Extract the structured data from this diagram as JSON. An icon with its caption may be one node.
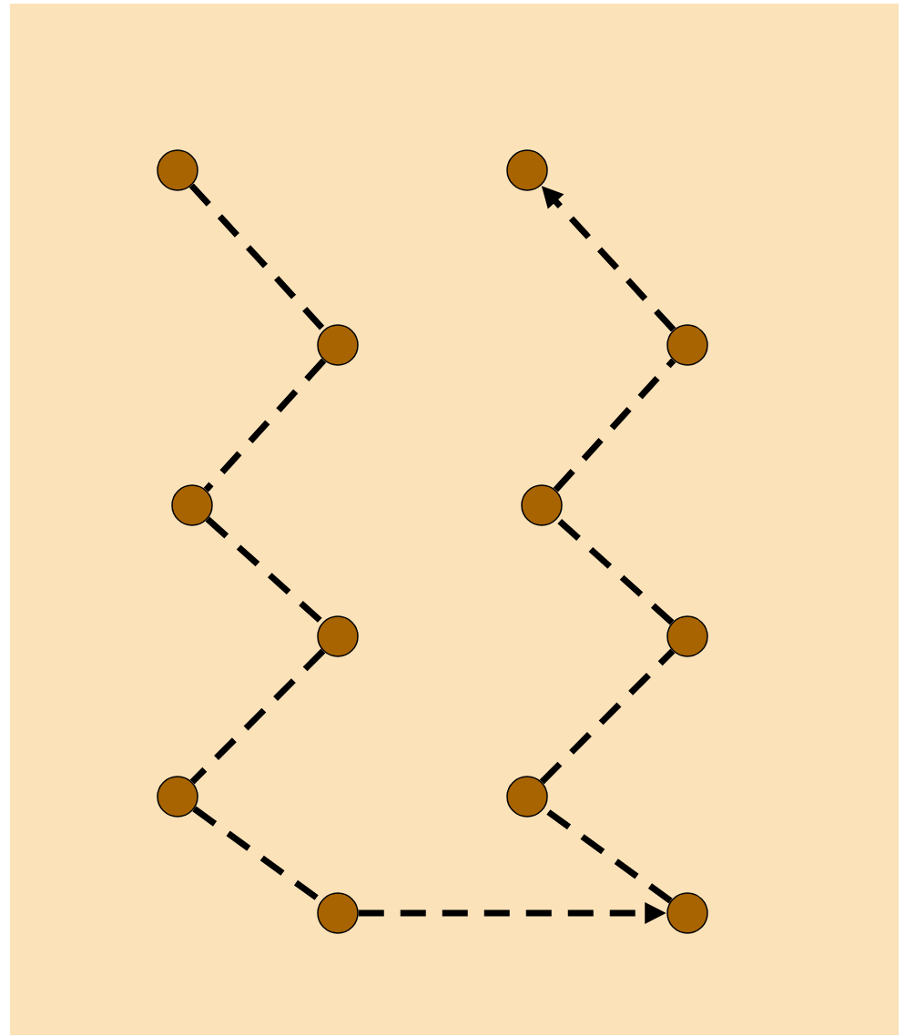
{
  "diagram": {
    "nodes": [
      {
        "text": [],
        "shape": "circle"
      },
      {
        "text": [],
        "shape": "circle"
      },
      {
        "text": [],
        "shape": "circle"
      },
      {
        "text": [],
        "shape": "circle"
      },
      {
        "text": [],
        "shape": "circle"
      },
      {
        "text": [],
        "shape": "circle"
      },
      {
        "text": [],
        "shape": "circle"
      },
      {
        "text": [],
        "shape": "circle"
      },
      {
        "text": [],
        "shape": "circle"
      },
      {
        "text": [],
        "shape": "circle"
      },
      {
        "text": [],
        "shape": "circle"
      },
      {
        "text": [],
        "shape": "circle"
      }
    ],
    "edges": [
      {
        "from": 0,
        "to": 2,
        "arrow": "none",
        "style": "dashed"
      },
      {
        "from": 2,
        "to": 4,
        "arrow": "none",
        "style": "dashed"
      },
      {
        "from": 4,
        "to": 6,
        "arrow": "none",
        "style": "dashed"
      },
      {
        "from": 6,
        "to": 8,
        "arrow": "none",
        "style": "dashed"
      },
      {
        "from": 8,
        "to": 10,
        "arrow": "none",
        "style": "dashed"
      },
      {
        "from": 10,
        "to": 11,
        "arrow": "to",
        "style": "dashed"
      },
      {
        "from": 11,
        "to": 9,
        "arrow": "none",
        "style": "dashed"
      },
      {
        "from": 9,
        "to": 7,
        "arrow": "none",
        "style": "dashed"
      },
      {
        "from": 7,
        "to": 5,
        "arrow": "none",
        "style": "dashed"
      },
      {
        "from": 5,
        "to": 3,
        "arrow": "none",
        "style": "dashed"
      },
      {
        "from": 3,
        "to": 1,
        "arrow": "to",
        "style": "dashed"
      }
    ]
  }
}
